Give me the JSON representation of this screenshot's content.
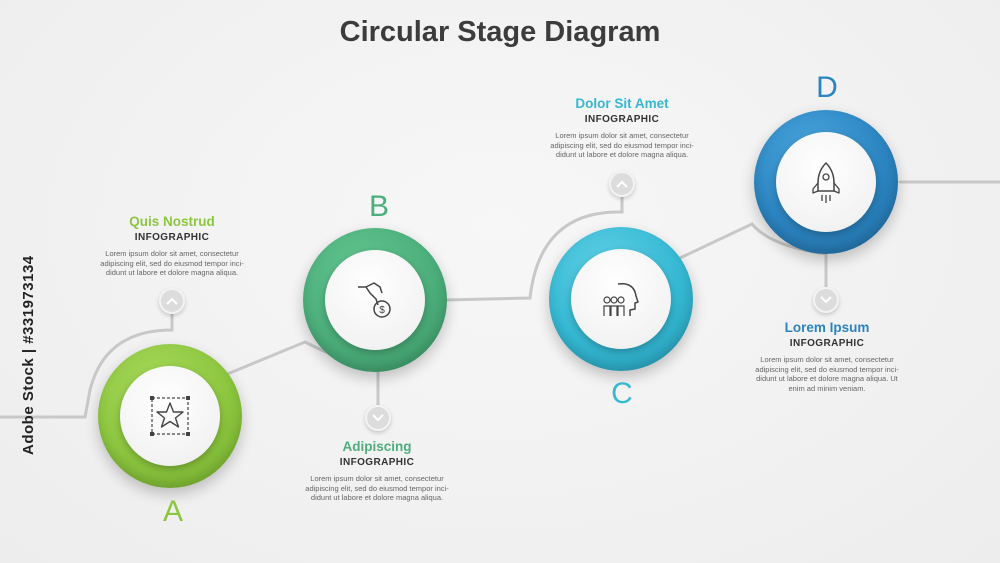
{
  "title": "Circular Stage Diagram",
  "side_text": "Adobe Stock | #331973134",
  "colors": {
    "green": "#8cc63f",
    "teal": "#4cae7b",
    "cyan": "#35b8d3",
    "blue": "#2b84c0",
    "line": "#c8c8c8"
  },
  "stages": [
    {
      "letter": "A",
      "icon": "star-icon",
      "heading": "Quis Nostrud",
      "sub": "INFOGRAPHIC",
      "body": "Lorem ipsum dolor sit amet, consectetur adipiscing elit, sed do eiusmod tempor inci-didunt ut labore et dolore magna aliqua."
    },
    {
      "letter": "B",
      "icon": "hand-coin-icon",
      "heading": "Adipiscing",
      "sub": "INFOGRAPHIC",
      "body": "Lorem ipsum dolor sit amet, consectetur adipiscing elit, sed do eiusmod tempor inci-didunt ut labore et dolore magna aliqua."
    },
    {
      "letter": "C",
      "icon": "team-head-icon",
      "heading": "Dolor Sit Amet",
      "sub": "INFOGRAPHIC",
      "body": "Lorem ipsum dolor sit amet, consectetur adipiscing elit, sed do eiusmod tempor inci-didunt ut labore et dolore magna aliqua."
    },
    {
      "letter": "D",
      "icon": "rocket-icon",
      "heading": "Lorem Ipsum",
      "sub": "INFOGRAPHIC",
      "body": "Lorem ipsum dolor sit amet, consectetur adipiscing elit, sed do eiusmod tempor inci-didunt ut labore et dolore magna aliqua. Ut enim ad minim veniam."
    }
  ]
}
